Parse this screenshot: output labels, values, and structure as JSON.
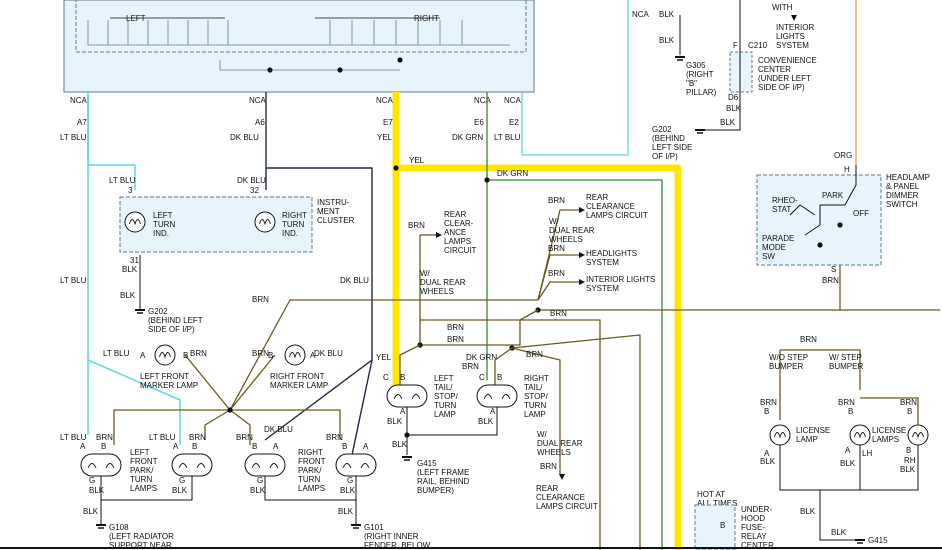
{
  "colors": {
    "lt_blu": "#5fd8e0",
    "dk_blu": "#1c2a4a",
    "yel": "#ffe600",
    "yel_thin": "#e8c400",
    "dk_grn": "#2e8b2e",
    "brn": "#6b5a1e",
    "blk": "#111111",
    "org": "#f0a040",
    "box_fill": "#e8f4fb",
    "box_stroke": "#5a7a90"
  },
  "labels": {
    "left": "LEFT",
    "right": "RIGHT",
    "nca": "NCA",
    "a7": "A7",
    "a6": "A6",
    "e7": "E7",
    "e6": "E6",
    "e2": "E2",
    "lt_blu": "LT BLU",
    "dk_blu": "DK BLU",
    "yel": "YEL",
    "dk_grn": "DK GRN",
    "brn": "BRN",
    "blk": "BLK",
    "org": "ORG",
    "pin3": "3",
    "pin32": "32",
    "pin31": "31",
    "pin_a": "A",
    "pin_b": "B",
    "pin_c": "C",
    "pin_g": "G",
    "pin_h": "H",
    "pin_s": "S",
    "pin_f": "F",
    "c210": "C210",
    "d6": "D6",
    "lh": "LH",
    "rh": "RH",
    "left_turn_ind": "LEFT\nTURN\nIND.",
    "right_turn_ind": "RIGHT\nTURN\nIND.",
    "instrument_cluster": "INSTRU-\nMENT\nCLUSTER",
    "g202_left": "G202\n(BEHIND LEFT\nSIDE OF I/P)",
    "g202_right": "G202\n(BEHIND\nLEFT SIDE\nOF I/P)",
    "g305": "G305\n(RIGHT\n\"B\"\nPILLAR)",
    "interior_lights_top": "INTERIOR\nLIGHTS\nSYSTEM",
    "convenience_center": "CONVENIENCE\nCENTER\n(UNDER LEFT\nSIDE OF I/P)",
    "headlamp_switch": "HEADLAMP\n& PANEL\nDIMMER\nSWITCH",
    "rheostat": "RHEO-\nSTAT",
    "park": "PARK",
    "off": "OFF",
    "parade_mode": "PARADE\nMODE\nSW",
    "rear_clearance_lamps_circuit": "REAR\nCLEAR-\nANCE\nLAMPS\nCIRCUIT",
    "with_dual_rear_wheels": "W/\nDUAL REAR\nWHEELS",
    "rear_clearance_lamps_circuit_right": "REAR\nCLEARANCE\nLAMPS CIRCUIT",
    "w_dual_rear_wheels_2": "W/\nDUAL REAR\nWHEELS",
    "headlights_system": "HEADLIGHTS\nSYSTEM",
    "interior_lights_system": "INTERIOR LIGHTS\nSYSTEM",
    "left_front_marker_lamp": "LEFT FRONT\nMARKER LAMP",
    "right_front_marker_lamp": "RIGHT FRONT\nMARKER LAMP",
    "left_tail_stop_turn": "LEFT\nTAIL/\nSTOP/\nTURN\nLAMP",
    "right_tail_stop_turn": "RIGHT\nTAIL/\nSTOP/\nTURN\nLAMP",
    "left_front_park_turn": "LEFT\nFRONT\nPARK/\nTURN\nLAMPS",
    "right_front_park_turn": "RIGHT\nFRONT\nPARK/\nTURN\nLAMPS",
    "g415_left": "G415\n(LEFT FRAME\nRAIL, BEHIND\nBUMPER)",
    "w_dual_rear_wheels_3": "W/\nDUAL REAR\nWHEELS",
    "rear_clearance_lamps_circuit_bottom": "REAR\nCLEARANCE\nLAMPS CIRCUIT",
    "w_o_step_bumper": "W/O STEP\nBUMPER",
    "w_step_bumper": "W/ STEP\nBUMPER",
    "license_lamp": "LICENSE\nLAMP",
    "license_lamps": "LICENSE\nLAMPS",
    "hot_at_all_times": "HOT AT\nALL TIMES",
    "underhood_fuse_relay": "UNDER-\nHOOD\nFUSE-\nRELAY\nCENTER",
    "g108": "G108\n(LEFT RADIATOR\nSUPPORT NEAR",
    "g101": "G101\n(RIGHT INNER\nFENDER, BELOW",
    "g415_right": "G415",
    "with_arrow": "WITH"
  }
}
